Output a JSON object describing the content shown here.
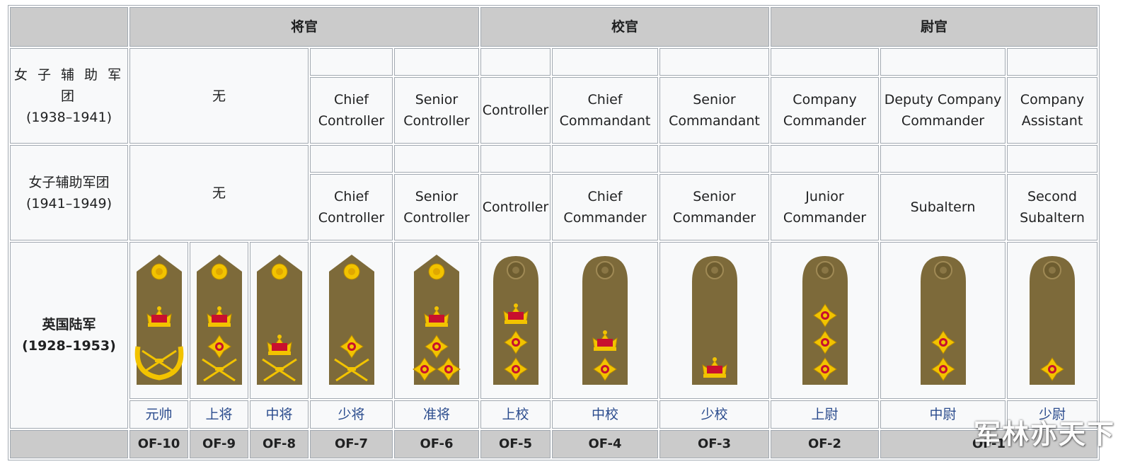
{
  "bands": [
    {
      "label": "将官"
    },
    {
      "label": "校官"
    },
    {
      "label": "尉官"
    }
  ],
  "rows": {
    "wac1": {
      "name_zh": "女 子 辅 助 军 团",
      "years": "(1938–1941)",
      "none": "无",
      "ranks": [
        "Chief Controller",
        "Senior Controller",
        "Controller",
        "Chief Commandant",
        "Senior Commandant",
        "Company Commander",
        "Deputy Company Commander",
        "Company Assistant"
      ]
    },
    "wac2": {
      "name_zh": "女子辅助军团",
      "years": "(1941–1949)",
      "none": "无",
      "ranks": [
        "Chief Controller",
        "Senior Controller",
        "Controller",
        "Chief Commander",
        "Senior Commander",
        "Junior Commander",
        "Subaltern",
        "Second Subaltern"
      ]
    },
    "army": {
      "name_zh": "英国陆军",
      "years": "(1928–1953)"
    }
  },
  "boards": [
    {
      "type": "marshal",
      "stars": 0,
      "crown": true
    },
    {
      "type": "general",
      "stars": 1,
      "crown": true
    },
    {
      "type": "general",
      "stars": 0,
      "crown": true
    },
    {
      "type": "general",
      "stars": 1,
      "crown": false
    },
    {
      "type": "brigadier",
      "stars": 3,
      "crown": true
    },
    {
      "type": "field",
      "stars": 2,
      "crown": true
    },
    {
      "type": "field",
      "stars": 1,
      "crown": true
    },
    {
      "type": "field",
      "stars": 0,
      "crown": true
    },
    {
      "type": "field",
      "stars": 3,
      "crown": false
    },
    {
      "type": "field",
      "stars": 2,
      "crown": false
    },
    {
      "type": "field",
      "stars": 1,
      "crown": false
    }
  ],
  "rank_names_zh": [
    "元帅",
    "上将",
    "中将",
    "少将",
    "准将",
    "上校",
    "中校",
    "少校",
    "上尉",
    "中尉",
    "少尉"
  ],
  "codes": [
    "OF-10",
    "OF-9",
    "OF-8",
    "OF-7",
    "OF-6",
    "OF-5",
    "OF-4",
    "OF-3",
    "OF-2",
    "OF-1"
  ],
  "watermark": "军林亦天下",
  "colors": {
    "board": "#7d6a3a",
    "gold": "#f2c300",
    "crown_red": "#c8102e",
    "link": "#2a4b8d",
    "header_bg": "#cbcbcb"
  }
}
